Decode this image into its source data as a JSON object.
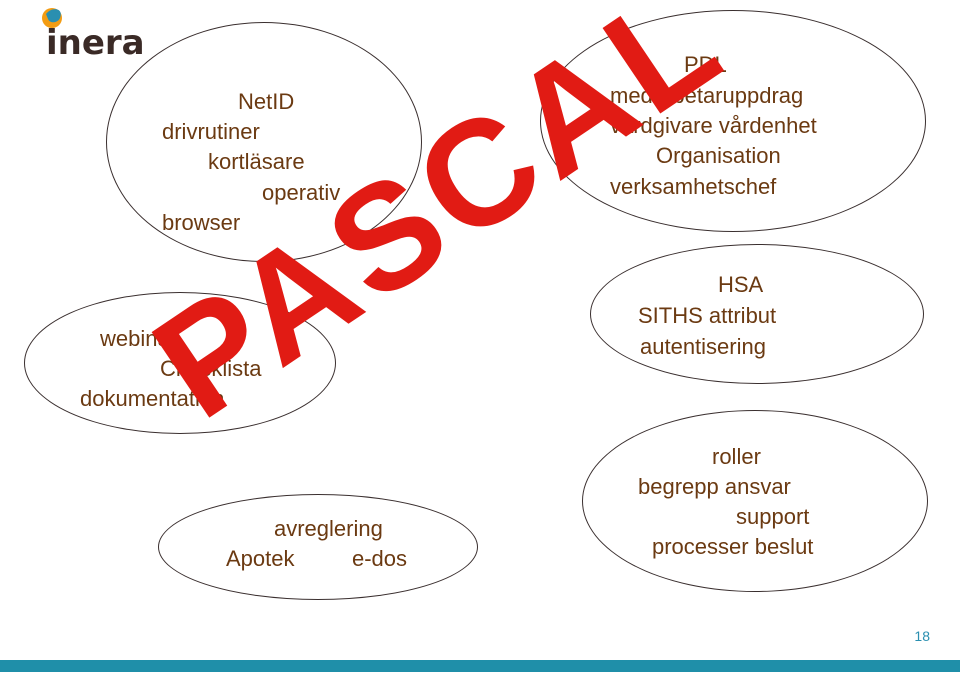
{
  "logo": {
    "text": "inera",
    "brand_colors": {
      "orange": "#f39c12",
      "blue": "#2a8fb0",
      "text": "#3a2a26"
    }
  },
  "ellipses": {
    "netid": {
      "lines": [
        "NetID",
        "drivrutiner",
        "kortläsare",
        "operativ",
        "browser"
      ]
    },
    "pdl": {
      "lines": [
        "PDL",
        "medarbetaruppdrag",
        "vårdgivare vårdenhet",
        "Organisation",
        "verksamhetschef"
      ]
    },
    "webinar": {
      "lines": [
        "webinar",
        "Checklista",
        "dokumentation"
      ]
    },
    "hsa": {
      "lines": [
        "HSA",
        "SITHS   attribut",
        "autentisering"
      ]
    },
    "avreglering": {
      "lines": [
        "avreglering",
        "Apotek",
        "e-dos"
      ]
    },
    "roller": {
      "lines": [
        "roller",
        "begrepp  ansvar",
        "support",
        "processer beslut"
      ]
    }
  },
  "stamp": {
    "text": "PASCAL",
    "color": "#e11b14"
  },
  "footer": {
    "page_number": "18",
    "bar_color": "#1f8fa9"
  }
}
